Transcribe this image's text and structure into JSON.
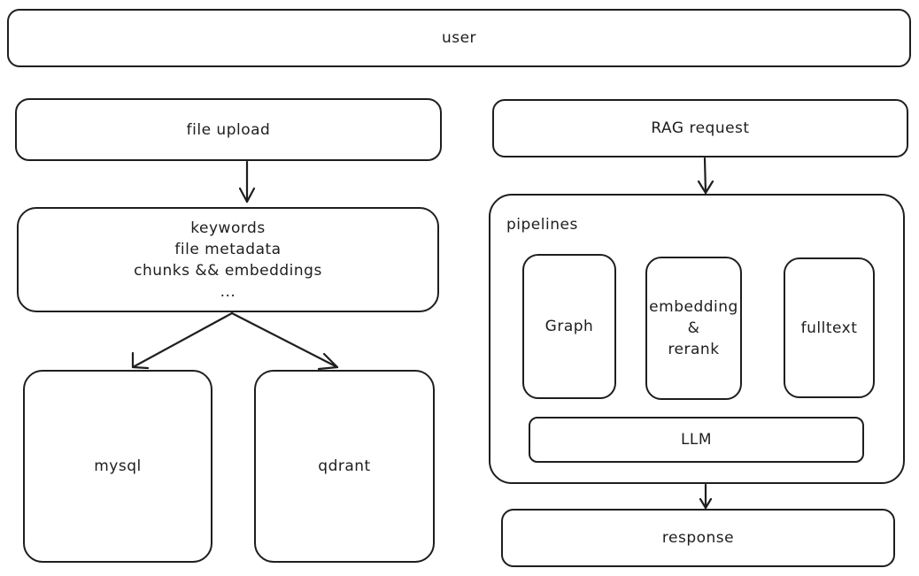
{
  "nodes": {
    "user": "user",
    "file_upload": "file upload",
    "processing": {
      "lines": [
        "keywords",
        "file metadata",
        "chunks && embeddings",
        "..."
      ]
    },
    "mysql": "mysql",
    "qdrant": "qdrant",
    "rag_request": "RAG request",
    "pipelines": {
      "label": "pipelines",
      "graph": "Graph",
      "embedding_rerank": [
        "embedding",
        "&",
        "rerank"
      ],
      "fulltext": "fulltext",
      "llm": "LLM"
    },
    "response": "response"
  },
  "edges": [
    {
      "from": "file upload",
      "to": "processing"
    },
    {
      "from": "processing",
      "to": "mysql"
    },
    {
      "from": "processing",
      "to": "qdrant"
    },
    {
      "from": "RAG request",
      "to": "pipelines"
    },
    {
      "from": "pipelines",
      "to": "response"
    }
  ]
}
